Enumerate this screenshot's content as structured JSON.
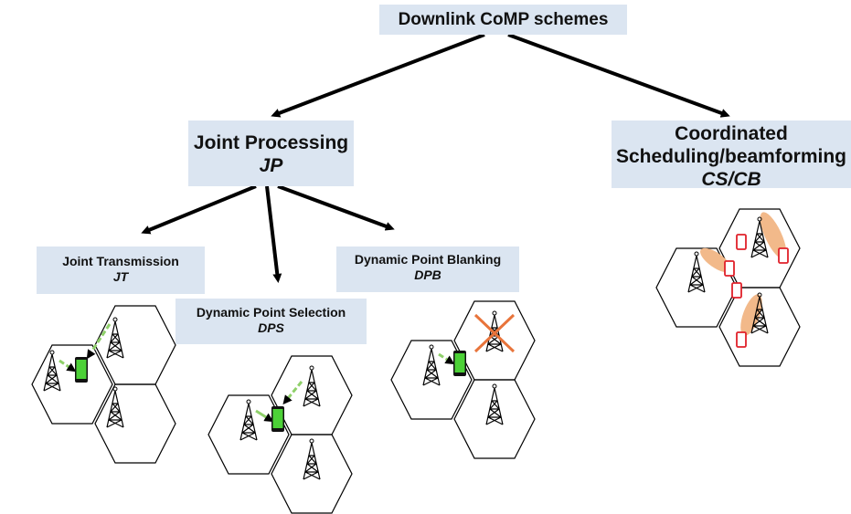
{
  "root": {
    "label": "Downlink CoMP schemes"
  },
  "joint_processing": {
    "label": "Joint Processing",
    "abbr": "JP"
  },
  "cs_cb": {
    "label_line1": "Coordinated",
    "label_line2": "Scheduling/beamforming",
    "abbr": "CS/CB"
  },
  "jt": {
    "label": "Joint Transmission",
    "abbr": "JT"
  },
  "dps": {
    "label": "Dynamic Point Selection",
    "abbr": "DPS"
  },
  "dpb": {
    "label": "Dynamic Point Blanking",
    "abbr": "DPB"
  },
  "colors": {
    "box_fill": "#dbe5f1",
    "arrow": "#000000",
    "phone_green": "#4cd137",
    "signal_green": "#8fd06a",
    "blank_cross": "#e8743b",
    "beam": "#f2b98a",
    "phone_red": "#e0202a"
  }
}
